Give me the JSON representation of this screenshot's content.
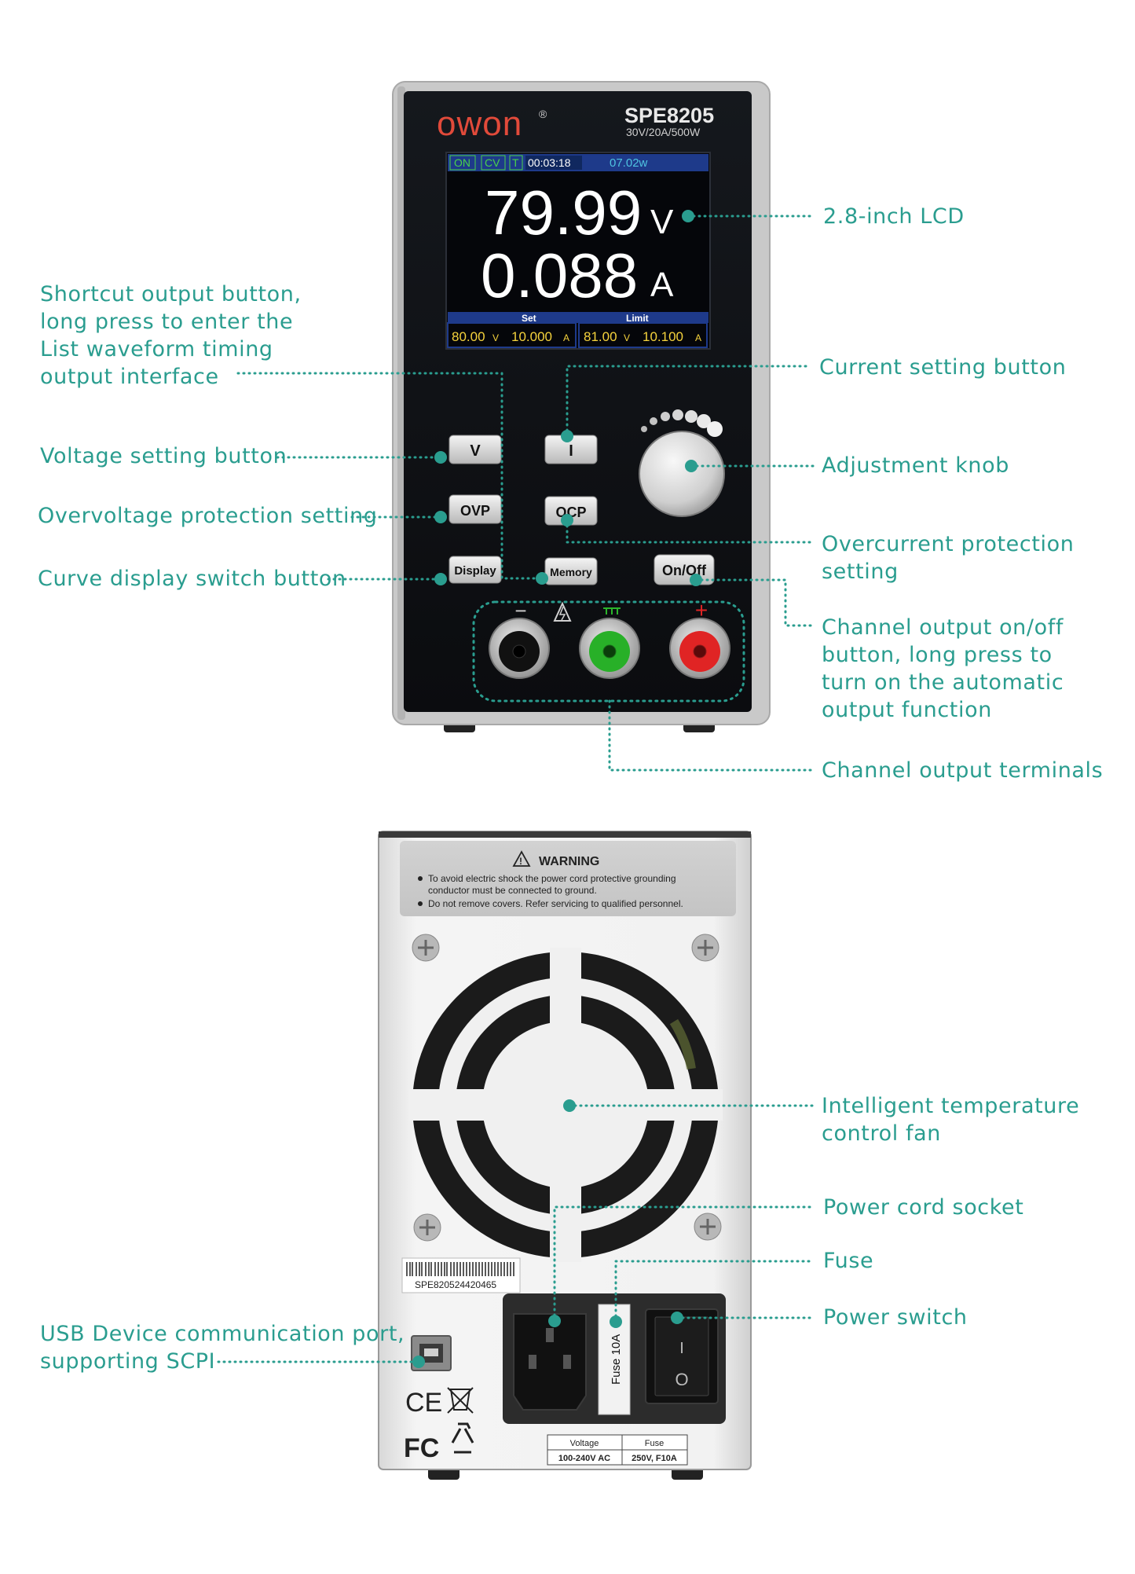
{
  "brand": "owon",
  "model": "SPE8205",
  "spec": "30V/20A/500W",
  "lcd": {
    "status": [
      "ON",
      "CV",
      "T"
    ],
    "timer": "00:03:18",
    "power": "07.02w",
    "voltage": "79.99",
    "voltage_unit": "V",
    "current": "0.088",
    "current_unit": "A",
    "set_label": "Set",
    "limit_label": "Limit",
    "set_voltage": "80.00",
    "set_current": "10.000",
    "limit_voltage": "81.00",
    "limit_current": "10.100",
    "v_unit": "V",
    "a_unit": "A"
  },
  "buttons": {
    "v": "V",
    "i": "I",
    "ovp": "OVP",
    "ocp": "OCP",
    "display": "Display",
    "memory": "Memory",
    "onoff": "On/Off"
  },
  "terminals": {
    "minus": "−",
    "plus": "+"
  },
  "rear": {
    "warning_title": "WARNING",
    "warning_lines": [
      "To avoid electric shock the power cord protective grounding",
      "conductor must be connected to ground.",
      "Do not remove covers. Refer servicing to qualified personnel."
    ],
    "serial": "SPE820524420465",
    "fuse_label": "Fuse 10A",
    "switch_on": "I",
    "switch_off": "O",
    "table": {
      "headers": [
        "Voltage",
        "Fuse"
      ],
      "values": [
        "100-240V AC",
        "250V, F10A"
      ]
    },
    "cert_ce": "CE",
    "cert_fc": "FC"
  },
  "callouts": {
    "lcd": "2.8-inch LCD",
    "shortcut": "Shortcut output button,\nlong press to enter the\nList waveform timing\noutput interface",
    "current_setting": "Current setting button",
    "voltage_setting": "Voltage setting button",
    "knob": "Adjustment knob",
    "ovp": "Overvoltage protection setting",
    "ocp": "Overcurrent protection\nsetting",
    "curve": "Curve display switch button",
    "onoff": "Channel output on/off\nbutton, long press to\nturn on the automatic\noutput function",
    "terminals": "Channel output terminals",
    "fan": "Intelligent temperature\ncontrol fan",
    "power_socket": "Power cord socket",
    "fuse": "Fuse",
    "power_switch": "Power switch",
    "usb": "USB Device communication port,\nsupporting SCPI"
  },
  "colors": {
    "accent": "#2a9d8f",
    "lcd_bg": "#05060a",
    "lcd_yellow": "#f5d23c",
    "lcd_header": "#1e3a8a",
    "on_green": "#4ad14a",
    "terminal_red": "#e02424",
    "terminal_green": "#28b028"
  }
}
